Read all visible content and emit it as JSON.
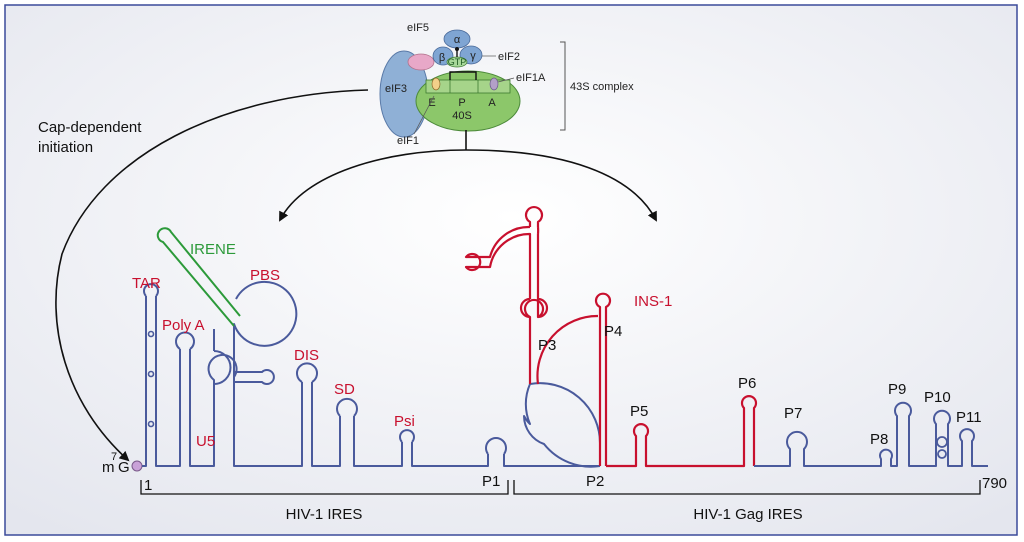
{
  "colors": {
    "blue_rna": "#4a5a9c",
    "red_rna": "#c8102e",
    "green_irene": "#2c9a3a",
    "frame_border": "#3a4a9a",
    "ribosome_green": "#8cc76a",
    "eif3_blue": "#8fb0d6",
    "eif5_pink": "#e8a8c8"
  },
  "complex": {
    "eif5": "eIF5",
    "alpha": "α",
    "beta": "β",
    "gamma": "γ",
    "eif2": "eIF2",
    "gtp": "GTP",
    "eif1a": "eIF1A",
    "eif3": "eIF3",
    "site_e": "E",
    "site_p": "P",
    "site_a": "A",
    "s40": "40S",
    "eif1": "eIF1",
    "label": "43S complex"
  },
  "initiation": {
    "line1": "Cap-dependent",
    "line2": "initiation"
  },
  "cap": {
    "superscript": "7",
    "prefix": "m",
    "suffix": "G"
  },
  "elements": {
    "tar": "TAR",
    "polya": "Poly A",
    "irene": "IRENE",
    "pbs": "PBS",
    "u5": "U5",
    "dis": "DIS",
    "sd": "SD",
    "psi": "Psi",
    "p1": "P1",
    "p2": "P2",
    "p3": "P3",
    "p4": "P4",
    "ins1": "INS-1",
    "p5": "P5",
    "p6": "P6",
    "p7": "P7",
    "p8": "P8",
    "p9": "P9",
    "p10": "P10",
    "p11": "P11"
  },
  "positions": {
    "start": "1",
    "end": "790"
  },
  "regions": {
    "hiv_ires": "HIV-1 IRES",
    "gag_ires": "HIV-1 Gag IRES"
  }
}
